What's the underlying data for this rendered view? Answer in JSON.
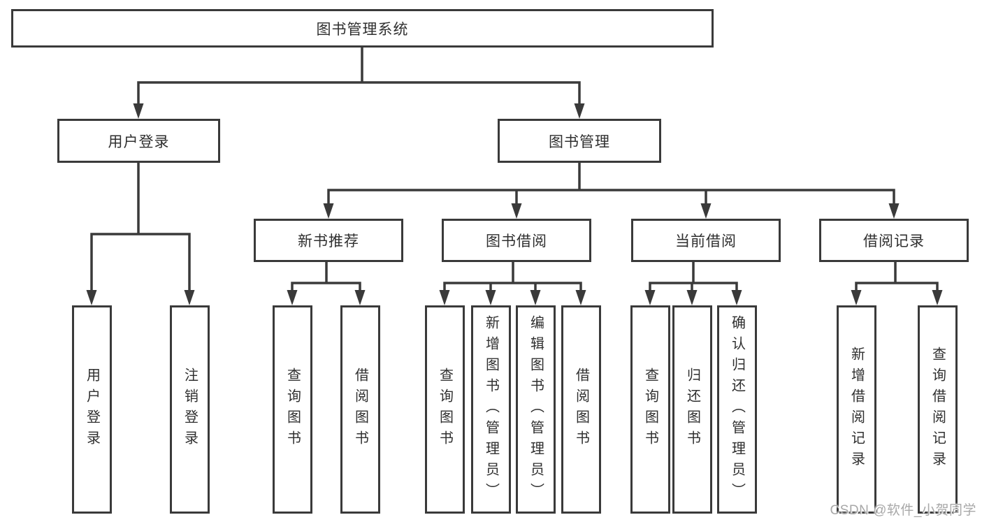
{
  "diagram": {
    "root": {
      "label": "图书管理系统"
    },
    "branches": [
      {
        "label": "用户登录",
        "leaves": [
          {
            "label": "用户登录"
          },
          {
            "label": "注销登录"
          }
        ]
      },
      {
        "label": "图书管理",
        "groups": [
          {
            "label": "新书推荐",
            "leaves": [
              {
                "label": "查询图书"
              },
              {
                "label": "借阅图书"
              }
            ]
          },
          {
            "label": "图书借阅",
            "leaves": [
              {
                "label": "查询图书"
              },
              {
                "label": "新增图书（管理员）"
              },
              {
                "label": "编辑图书（管理员）"
              },
              {
                "label": "借阅图书"
              }
            ]
          },
          {
            "label": "当前借阅",
            "leaves": [
              {
                "label": "查询图书"
              },
              {
                "label": "归还图书"
              },
              {
                "label": "确认归还（管理员）"
              }
            ]
          },
          {
            "label": "借阅记录",
            "leaves": [
              {
                "label": "新增借阅记录"
              },
              {
                "label": "查询借阅记录"
              }
            ]
          }
        ]
      }
    ]
  },
  "watermark": "CSDN @软件_小贺同学",
  "colors": {
    "line": "#3a3a3a",
    "text": "#2f2f2f",
    "box_background": "#ffffff",
    "watermark": "#a8a8a8",
    "background": "#ffffff"
  }
}
